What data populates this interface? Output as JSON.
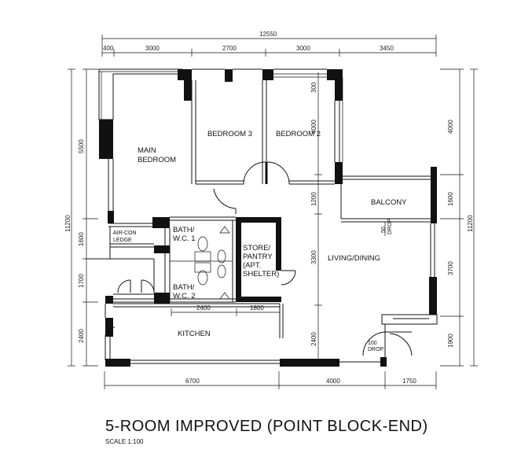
{
  "title": "5-ROOM IMPROVED (POINT BLOCK-END)",
  "scale": "SCALE 1:100",
  "rooms": {
    "main_bedroom_1": "MAIN",
    "main_bedroom_2": "BEDROOM",
    "bedroom3": "BEDROOM 3",
    "bedroom2": "BEDROOM 2",
    "balcony": "BALCONY",
    "living_dining": "LIVING/DINING",
    "aircon_1": "AIR-CON",
    "aircon_2": "LEDGE",
    "bath1_1": "BATH/",
    "bath1_2": "W.C. 1",
    "bath2_1": "BATH/",
    "bath2_2": "W.C. 2",
    "store_1": "STORE/",
    "store_2": "PANTRY",
    "store_3": "(APT.",
    "store_4": "SHELTER)",
    "kitchen": "KITCHEN",
    "drop50_1": "50",
    "drop50_2": "DROP",
    "drop100_1": "100",
    "drop100_2": "DROP"
  },
  "dimensions": {
    "top_total": "12550",
    "top_segments": [
      "400",
      "3000",
      "2700",
      "3000",
      "3450"
    ],
    "bottom_segments": [
      "6700",
      "4000",
      "1750"
    ],
    "inner_segments": [
      "2400",
      "1800"
    ],
    "left_total": "11200",
    "left_segments": [
      "5500",
      "1600",
      "1700",
      "2400"
    ],
    "right_total": "11200",
    "right_segments": [
      "4000",
      "1600",
      "3700",
      "1900"
    ],
    "interior": [
      "300",
      "4000",
      "1200",
      "3300",
      "2400"
    ]
  }
}
